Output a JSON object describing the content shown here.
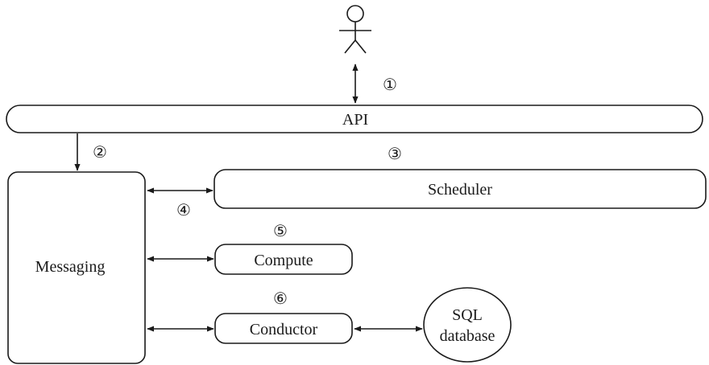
{
  "diagram": {
    "api_label": "API",
    "messaging_label": "Messaging",
    "scheduler_label": "Scheduler",
    "compute_label": "Compute",
    "conductor_label": "Conductor",
    "database_label_line1": "SQL",
    "database_label_line2": "database",
    "steps": {
      "step1": "①",
      "step2": "②",
      "step3": "③",
      "step4": "④",
      "step5": "⑤",
      "step6": "⑥"
    },
    "actor_icon": "user-actor-icon"
  }
}
